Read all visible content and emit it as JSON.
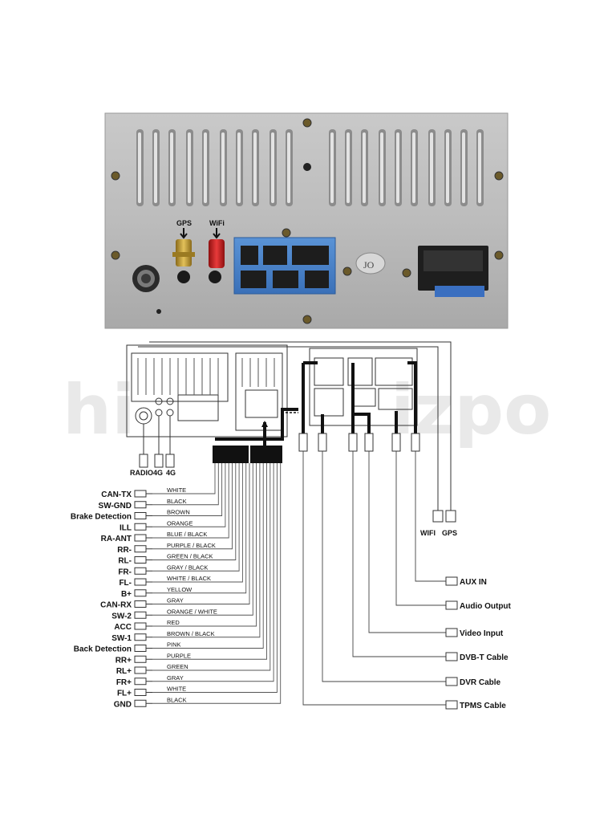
{
  "photo": {
    "gps_label": "GPS",
    "wifi_label": "WiFi",
    "sticker_text": "JO"
  },
  "watermark": {
    "left": "hi",
    "right": "izpo"
  },
  "antenna_labels": [
    "RADIO",
    "4G",
    "4G"
  ],
  "harness": [
    {
      "name": "CAN-TX",
      "color": "WHITE"
    },
    {
      "name": "SW-GND",
      "color": "BLACK"
    },
    {
      "name": "Brake Detection",
      "color": "BROWN"
    },
    {
      "name": "ILL",
      "color": "ORANGE"
    },
    {
      "name": "RA-ANT",
      "color": "BLUE / BLACK"
    },
    {
      "name": "RR-",
      "color": "PURPLE / BLACK"
    },
    {
      "name": "RL-",
      "color": "GREEN / BLACK"
    },
    {
      "name": "FR-",
      "color": "GRAY / BLACK"
    },
    {
      "name": "FL-",
      "color": "WHITE / BLACK"
    },
    {
      "name": "B+",
      "color": "YELLOW"
    },
    {
      "name": "CAN-RX",
      "color": "GRAY"
    },
    {
      "name": "SW-2",
      "color": "ORANGE / WHITE"
    },
    {
      "name": "ACC",
      "color": "RED"
    },
    {
      "name": "SW-1",
      "color": "BROWN / BLACK"
    },
    {
      "name": "Back Detection",
      "color": "PINK"
    },
    {
      "name": "RR+",
      "color": "PURPLE"
    },
    {
      "name": "RL+",
      "color": "GREEN"
    },
    {
      "name": "FR+",
      "color": "GRAY"
    },
    {
      "name": "FL+",
      "color": "WHITE"
    },
    {
      "name": "GND",
      "color": "BLACK"
    }
  ],
  "antennas": [
    "WIFI",
    "GPS"
  ],
  "outputs": [
    "AUX IN",
    "Audio Output",
    "Video Input",
    "DVB-T Cable",
    "DVR Cable",
    "TPMS Cable"
  ]
}
